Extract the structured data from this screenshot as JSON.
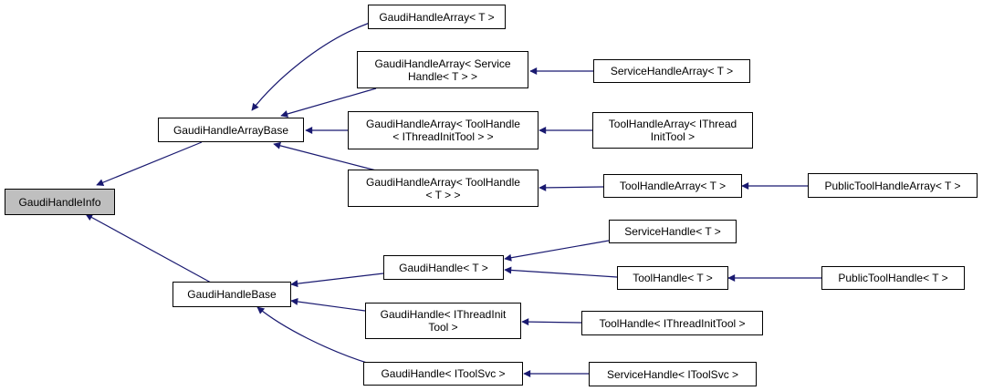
{
  "colors": {
    "edge": "#191970",
    "root_fill": "#bfbfbf",
    "border": "#000000"
  },
  "nodes": {
    "gaudi_handle_info": "GaudiHandleInfo",
    "gaudi_handle_array_base": "GaudiHandleArrayBase",
    "gaudi_handle_base": "GaudiHandleBase",
    "gaudi_handle_array_t": "GaudiHandleArray< T >",
    "gaudi_handle_array_service_handle": "GaudiHandleArray< Service\nHandle< T > >",
    "gaudi_handle_array_tool_handle_ithreadinit": "GaudiHandleArray< ToolHandle\n< IThreadInitTool > >",
    "gaudi_handle_array_tool_handle_t": "GaudiHandleArray< ToolHandle\n< T > >",
    "service_handle_array_t": "ServiceHandleArray< T >",
    "tool_handle_array_ithread": "ToolHandleArray< IThread\nInitTool >",
    "tool_handle_array_t": "ToolHandleArray< T >",
    "public_tool_handle_array_t": "PublicToolHandleArray< T >",
    "gaudi_handle_t": "GaudiHandle< T >",
    "gaudi_handle_ithreadinit": "GaudiHandle< IThreadInit\nTool >",
    "gaudi_handle_itoolsvc": "GaudiHandle< IToolSvc >",
    "service_handle_t": "ServiceHandle< T >",
    "tool_handle_t": "ToolHandle< T >",
    "public_tool_handle_t": "PublicToolHandle< T >",
    "tool_handle_ithreadinit": "ToolHandle< IThreadInitTool >",
    "service_handle_itoolsvc": "ServiceHandle< IToolSvc >"
  }
}
